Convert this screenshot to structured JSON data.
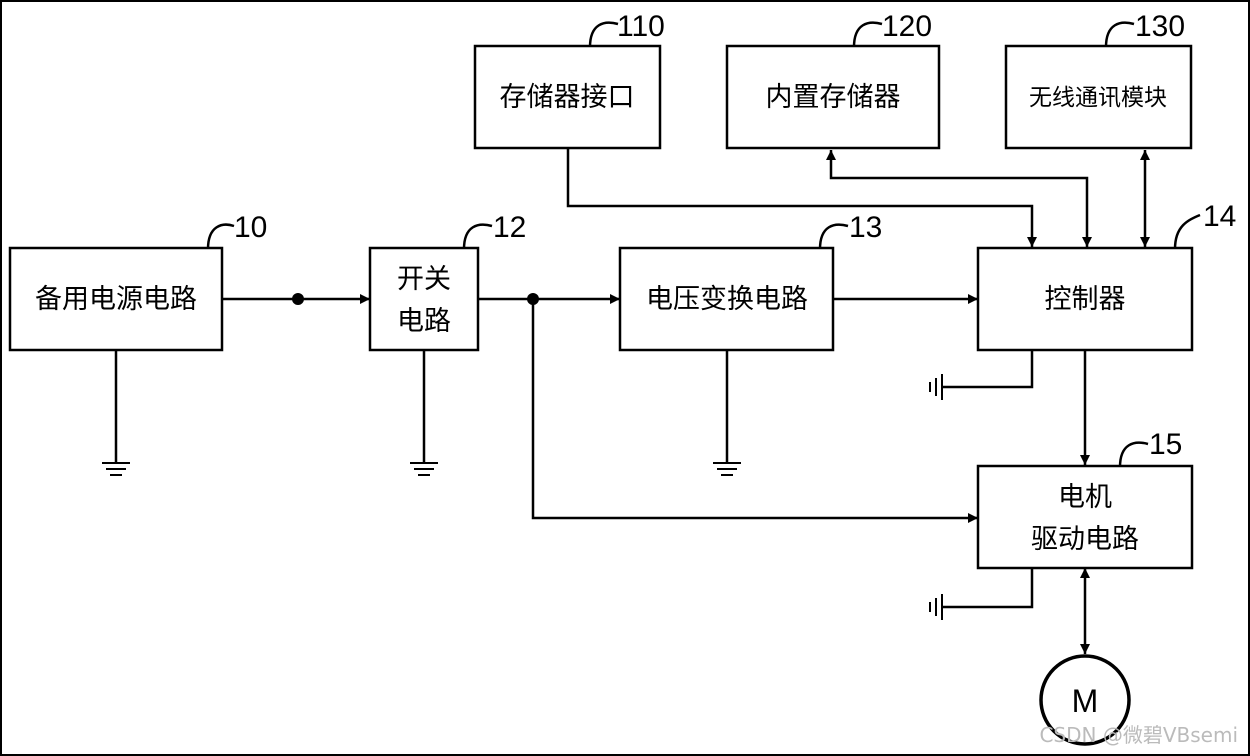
{
  "blocks": {
    "backup_power": {
      "label": "备用电源电路",
      "ref": "10"
    },
    "switch": {
      "label_line1": "开关",
      "label_line2": "电路",
      "ref": "12"
    },
    "voltage_converter": {
      "label": "电压变换电路",
      "ref": "13"
    },
    "controller": {
      "label": "控制器",
      "ref": "14"
    },
    "motor_driver": {
      "label_line1": "电机",
      "label_line2": "驱动电路",
      "ref": "15"
    },
    "storage_interface": {
      "label": "存储器接口",
      "ref": "110"
    },
    "internal_storage": {
      "label": "内置存储器",
      "ref": "120"
    },
    "wireless_module": {
      "label": "无线通讯模块",
      "ref": "130"
    }
  },
  "motor": {
    "label": "M"
  },
  "watermark": "CSDN @微碧VBsemi"
}
